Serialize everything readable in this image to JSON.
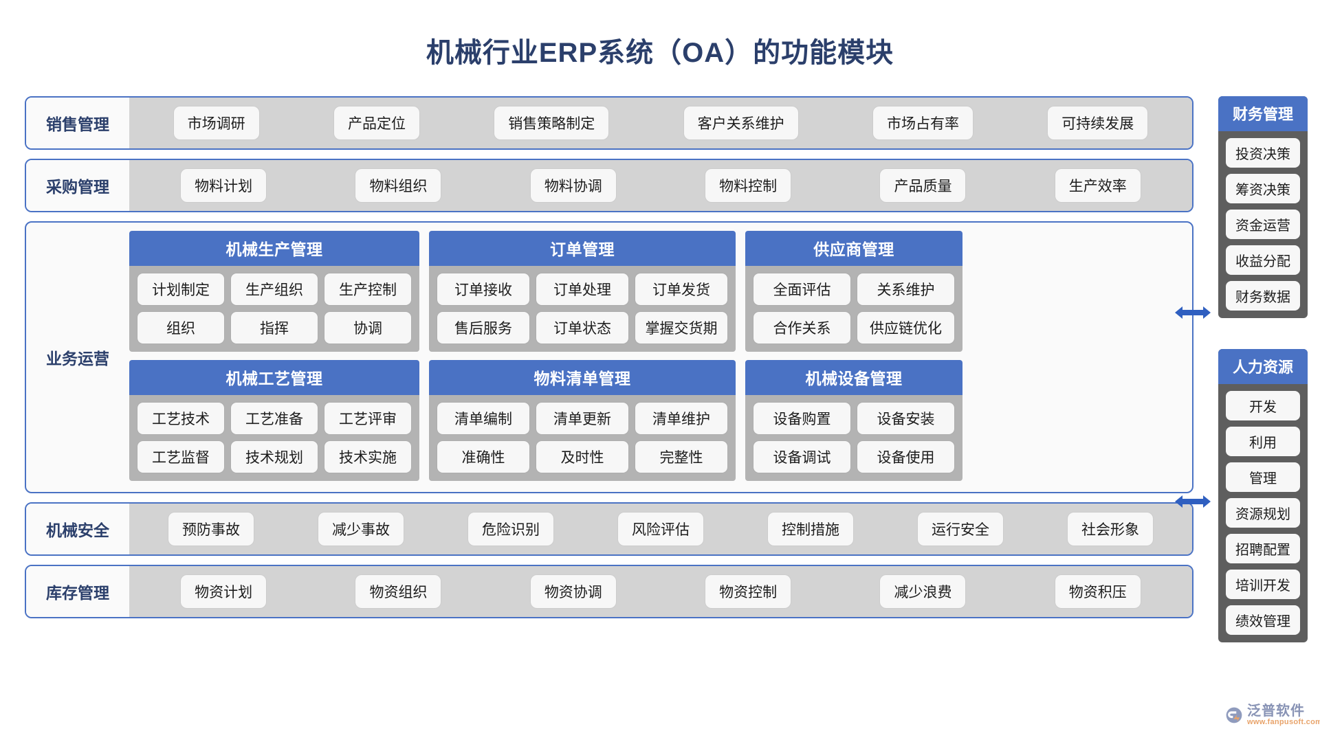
{
  "title": "机械行业ERP系统（OA）的功能模块",
  "brand_colors": {
    "title_navy": "#2b3f6b",
    "accent_blue": "#4a72c4",
    "band_border": "#4a72c4",
    "band_inner_gray": "#d3d3d3",
    "card_body_gray": "#b3b3b3",
    "sidebar_gray": "#5e5e5e",
    "pill_white": "#f7f7f7"
  },
  "bands": {
    "sales": {
      "label": "销售管理",
      "items": [
        "市场调研",
        "产品定位",
        "销售策略制定",
        "客户关系维护",
        "市场占有率",
        "可持续发展"
      ]
    },
    "purchase": {
      "label": "采购管理",
      "items": [
        "物料计划",
        "物料组织",
        "物料协调",
        "物料控制",
        "产品质量",
        "生产效率"
      ]
    },
    "safety": {
      "label": "机械安全",
      "items": [
        "预防事故",
        "减少事故",
        "危险识别",
        "风险评估",
        "控制措施",
        "运行安全",
        "社会形象"
      ]
    },
    "inventory": {
      "label": "库存管理",
      "items": [
        "物资计划",
        "物资组织",
        "物资协调",
        "物资控制",
        "减少浪费",
        "物资积压"
      ]
    }
  },
  "operations": {
    "label": "业务运营",
    "cards": [
      {
        "title": "机械生产管理",
        "rows": [
          [
            "计划制定",
            "生产组织",
            "生产控制"
          ],
          [
            "组织",
            "指挥",
            "协调"
          ]
        ]
      },
      {
        "title": "订单管理",
        "rows": [
          [
            "订单接收",
            "订单处理",
            "订单发货"
          ],
          [
            "售后服务",
            "订单状态",
            "掌握交货期"
          ]
        ]
      },
      {
        "title": "供应商管理",
        "rows": [
          [
            "全面评估",
            "关系维护"
          ],
          [
            "合作关系",
            "供应链优化"
          ]
        ]
      },
      {
        "title": "机械工艺管理",
        "rows": [
          [
            "工艺技术",
            "工艺准备",
            "工艺评审"
          ],
          [
            "工艺监督",
            "技术规划",
            "技术实施"
          ]
        ]
      },
      {
        "title": "物料清单管理",
        "rows": [
          [
            "清单编制",
            "清单更新",
            "清单维护"
          ],
          [
            "准确性",
            "及时性",
            "完整性"
          ]
        ]
      },
      {
        "title": "机械设备管理",
        "rows": [
          [
            "设备购置",
            "设备安装"
          ],
          [
            "设备调试",
            "设备使用"
          ]
        ]
      }
    ]
  },
  "sidebars": {
    "finance": {
      "title": "财务管理",
      "items": [
        "投资决策",
        "筹资决策",
        "资金运营",
        "收益分配",
        "财务数据"
      ]
    },
    "hr": {
      "title": "人力资源",
      "items": [
        "开发",
        "利用",
        "管理",
        "资源规划",
        "招聘配置",
        "培训开发",
        "绩效管理"
      ]
    }
  },
  "logo": {
    "name": "泛普软件",
    "url": "www.fanpusoft.com"
  }
}
